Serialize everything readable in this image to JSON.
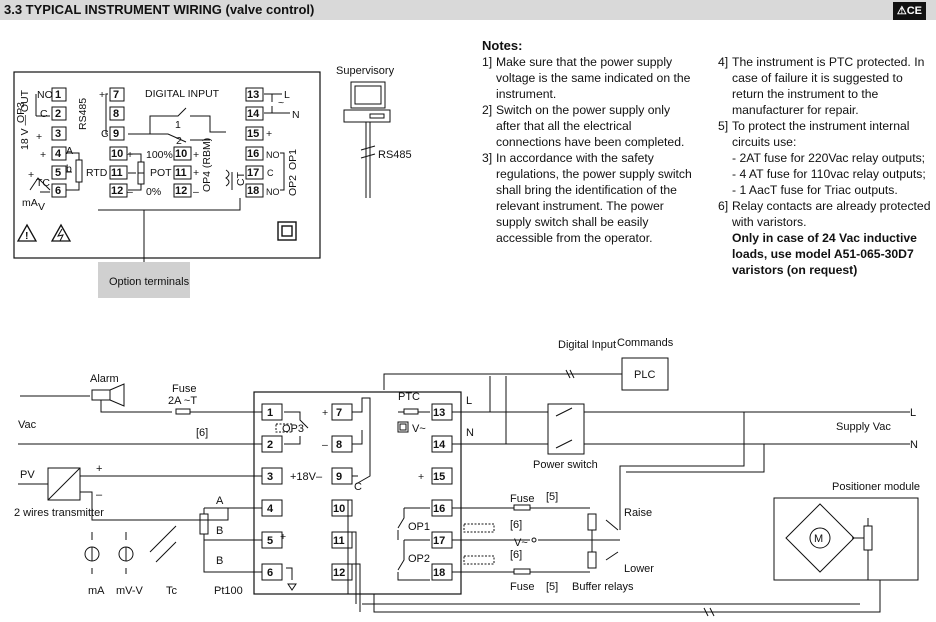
{
  "header": {
    "title": "3.3 TYPICAL INSTRUMENT WIRING (valve control)",
    "badge": "⚠CE"
  },
  "notes": {
    "heading": "Notes:",
    "items": [
      {
        "num": "1]",
        "text": "Make sure that the power supply voltage is the same indicated on the instrument."
      },
      {
        "num": "2]",
        "text": "Switch on the power supply only after that all the electrical connections have been completed."
      },
      {
        "num": "3]",
        "text": "In accordance with the safety regulations, the power supply switch shall bring the identification of the relevant instrument. The power supply switch shall be easily accessible from the operator."
      },
      {
        "num": "4]",
        "text": "The instrument is PTC protected. In case of failure it is suggested to return the instrument to the manufacturer for repair."
      },
      {
        "num": "5]",
        "text": "To protect the instrument internal circuits use:"
      },
      {
        "num": "",
        "text": "- 2AT fuse for 220Vac relay outputs;"
      },
      {
        "num": "",
        "text": "- 4 AT fuse for 110vac relay outputs;"
      },
      {
        "num": "",
        "text": "- 1 AacT fuse for Triac outputs."
      },
      {
        "num": "6]",
        "text": "Relay contacts are already protected with varistors."
      }
    ],
    "bold_note": "Only in case of 24 Vac inductive loads, use model A51-065-30D7 varistors (on request)"
  },
  "rear_panel": {
    "t1": "1",
    "t2": "2",
    "t3": "3",
    "t4": "4",
    "t5": "5",
    "t6": "6",
    "t7": "7",
    "t8": "8",
    "t9": "9",
    "t10": "10",
    "t11": "11",
    "t12": "12",
    "t10b": "10",
    "t11b": "11",
    "t12b": "12",
    "t13": "13",
    "t14": "14",
    "t15": "15",
    "t16": "16",
    "t17": "17",
    "t18": "18",
    "no": "NO",
    "c": "C",
    "op3": "OP3",
    "out": "18 V — OUT",
    "rs485": "RS485",
    "digital_input": "DIGITAL INPUT",
    "rtd": "RTD",
    "tc": "TC",
    "ma": "mA",
    "v": "V",
    "pot": "POT",
    "pct100": "100%",
    "pct0": "0%",
    "op4": "OP4 (RBM)",
    "ct": "CT",
    "l": "L",
    "n": "N",
    "op1": "OP1",
    "op2": "OP2",
    "a": "A",
    "b": "b",
    "one": "1",
    "two": "2"
  },
  "option_terminals": "Option terminals",
  "supervisory": {
    "label": "Supervisory",
    "rs485": "RS485"
  },
  "plc": {
    "label": "PLC",
    "commands": "Commands",
    "digital_input": "Digital Input"
  },
  "left_field": {
    "alarm": "Alarm",
    "fuse": "Fuse",
    "fuse_rating": "2A ~T",
    "vac": "Vac",
    "ref6": "[6]",
    "pv": "PV",
    "transmitter": "2 wires transmitter",
    "ma": "mA",
    "mvv": "mV-V",
    "tc": "Tc",
    "a": "A",
    "b1": "B",
    "b2": "B",
    "pt100": "Pt100"
  },
  "instrument": {
    "t1": "1",
    "t2": "2",
    "t3": "3",
    "t4": "4",
    "t5": "5",
    "t6": "6",
    "t7": "7",
    "t8": "8",
    "t9": "9",
    "t10": "10",
    "t11": "11",
    "t12": "12",
    "t13": "13",
    "t14": "14",
    "t15": "15",
    "t16": "16",
    "t17": "17",
    "t18": "18",
    "op3": "OP3",
    "v18": "+18V–",
    "c": "C",
    "ptc": "PTC",
    "vac": "V~",
    "op1": "OP1",
    "op2": "OP2",
    "l": "L",
    "n": "N"
  },
  "right_field": {
    "power_switch": "Power switch",
    "supply_vac": "Supply  Vac",
    "l": "L",
    "n": "N",
    "fuse": "Fuse",
    "ref5": "[5]",
    "ref6": "[6]",
    "v": "V~",
    "raise": "Raise",
    "lower": "Lower",
    "buffer_relays": "Buffer relays",
    "positioner": "Positioner module",
    "m": "M"
  },
  "colors": {
    "header_bg": "#d9d9d9",
    "line": "#111111",
    "tag_bg": "#d0d0d0"
  }
}
